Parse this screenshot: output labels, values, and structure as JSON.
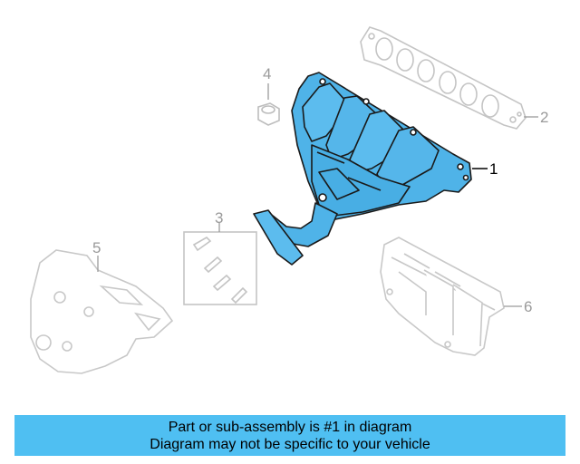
{
  "diagram": {
    "callouts": [
      {
        "id": "1",
        "label": "1"
      },
      {
        "id": "2",
        "label": "2"
      },
      {
        "id": "3",
        "label": "3"
      },
      {
        "id": "4",
        "label": "4"
      },
      {
        "id": "5",
        "label": "5"
      },
      {
        "id": "6",
        "label": "6"
      }
    ],
    "highlight_color": "#4fb3e8",
    "ghost_color": "#c8c8c8"
  },
  "banner": {
    "line1": "Part or sub-assembly is #1 in diagram",
    "line2": "Diagram may not be specific to your vehicle",
    "background": "#4fbff2"
  }
}
